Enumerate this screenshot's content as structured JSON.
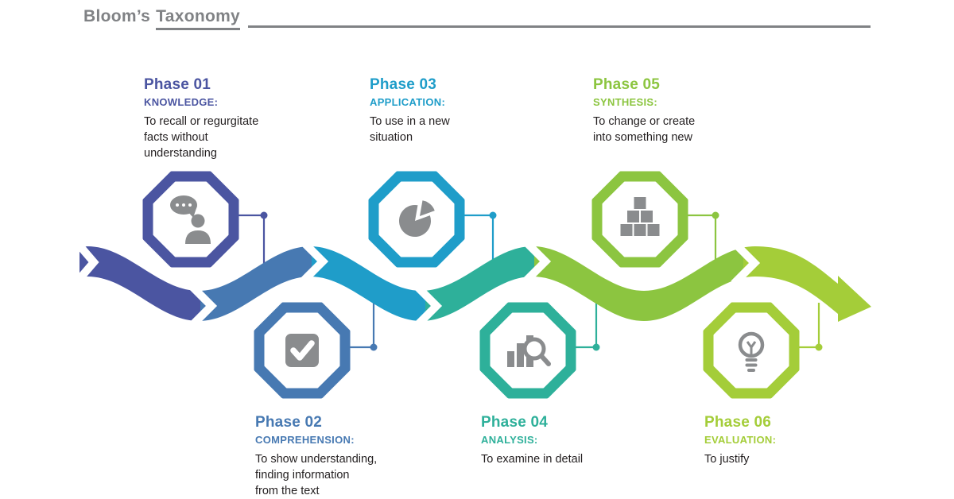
{
  "title": {
    "prefix": "Bloom’s",
    "underlined": "Taxonomy"
  },
  "colors": {
    "title_gray": "#808285",
    "icon_gray": "#8a8c8e",
    "body_text": "#231f20",
    "background": "#ffffff"
  },
  "phases": [
    {
      "title": "Phase 01",
      "category": "KNOWLEDGE:",
      "description": "To recall or regurgitate\nfacts without\nunderstanding",
      "color": "#4b55a1",
      "icon": "presenter-speech-bubble-icon"
    },
    {
      "title": "Phase 02",
      "category": "COMPREHENSION:",
      "description": "To show understanding,\nfinding information\nfrom the text",
      "color": "#4779b2",
      "icon": "checkmark-icon"
    },
    {
      "title": "Phase 03",
      "category": "APPLICATION:",
      "description": "To use in a new\nsituation",
      "color": "#1f9dc9",
      "icon": "pie-chart-icon"
    },
    {
      "title": "Phase 04",
      "category": "ANALYSIS:",
      "description": "To examine in detail",
      "color": "#2eb09a",
      "icon": "bar-chart-magnifier-icon"
    },
    {
      "title": "Phase 05",
      "category": "SYNTHESIS:",
      "description": "To change or create\ninto something new",
      "color": "#8cc540",
      "icon": "stacked-blocks-icon"
    },
    {
      "title": "Phase 06",
      "category": "EVALUATION:",
      "description": "To justify",
      "color": "#a4cd39",
      "icon": "lightbulb-icon"
    }
  ]
}
